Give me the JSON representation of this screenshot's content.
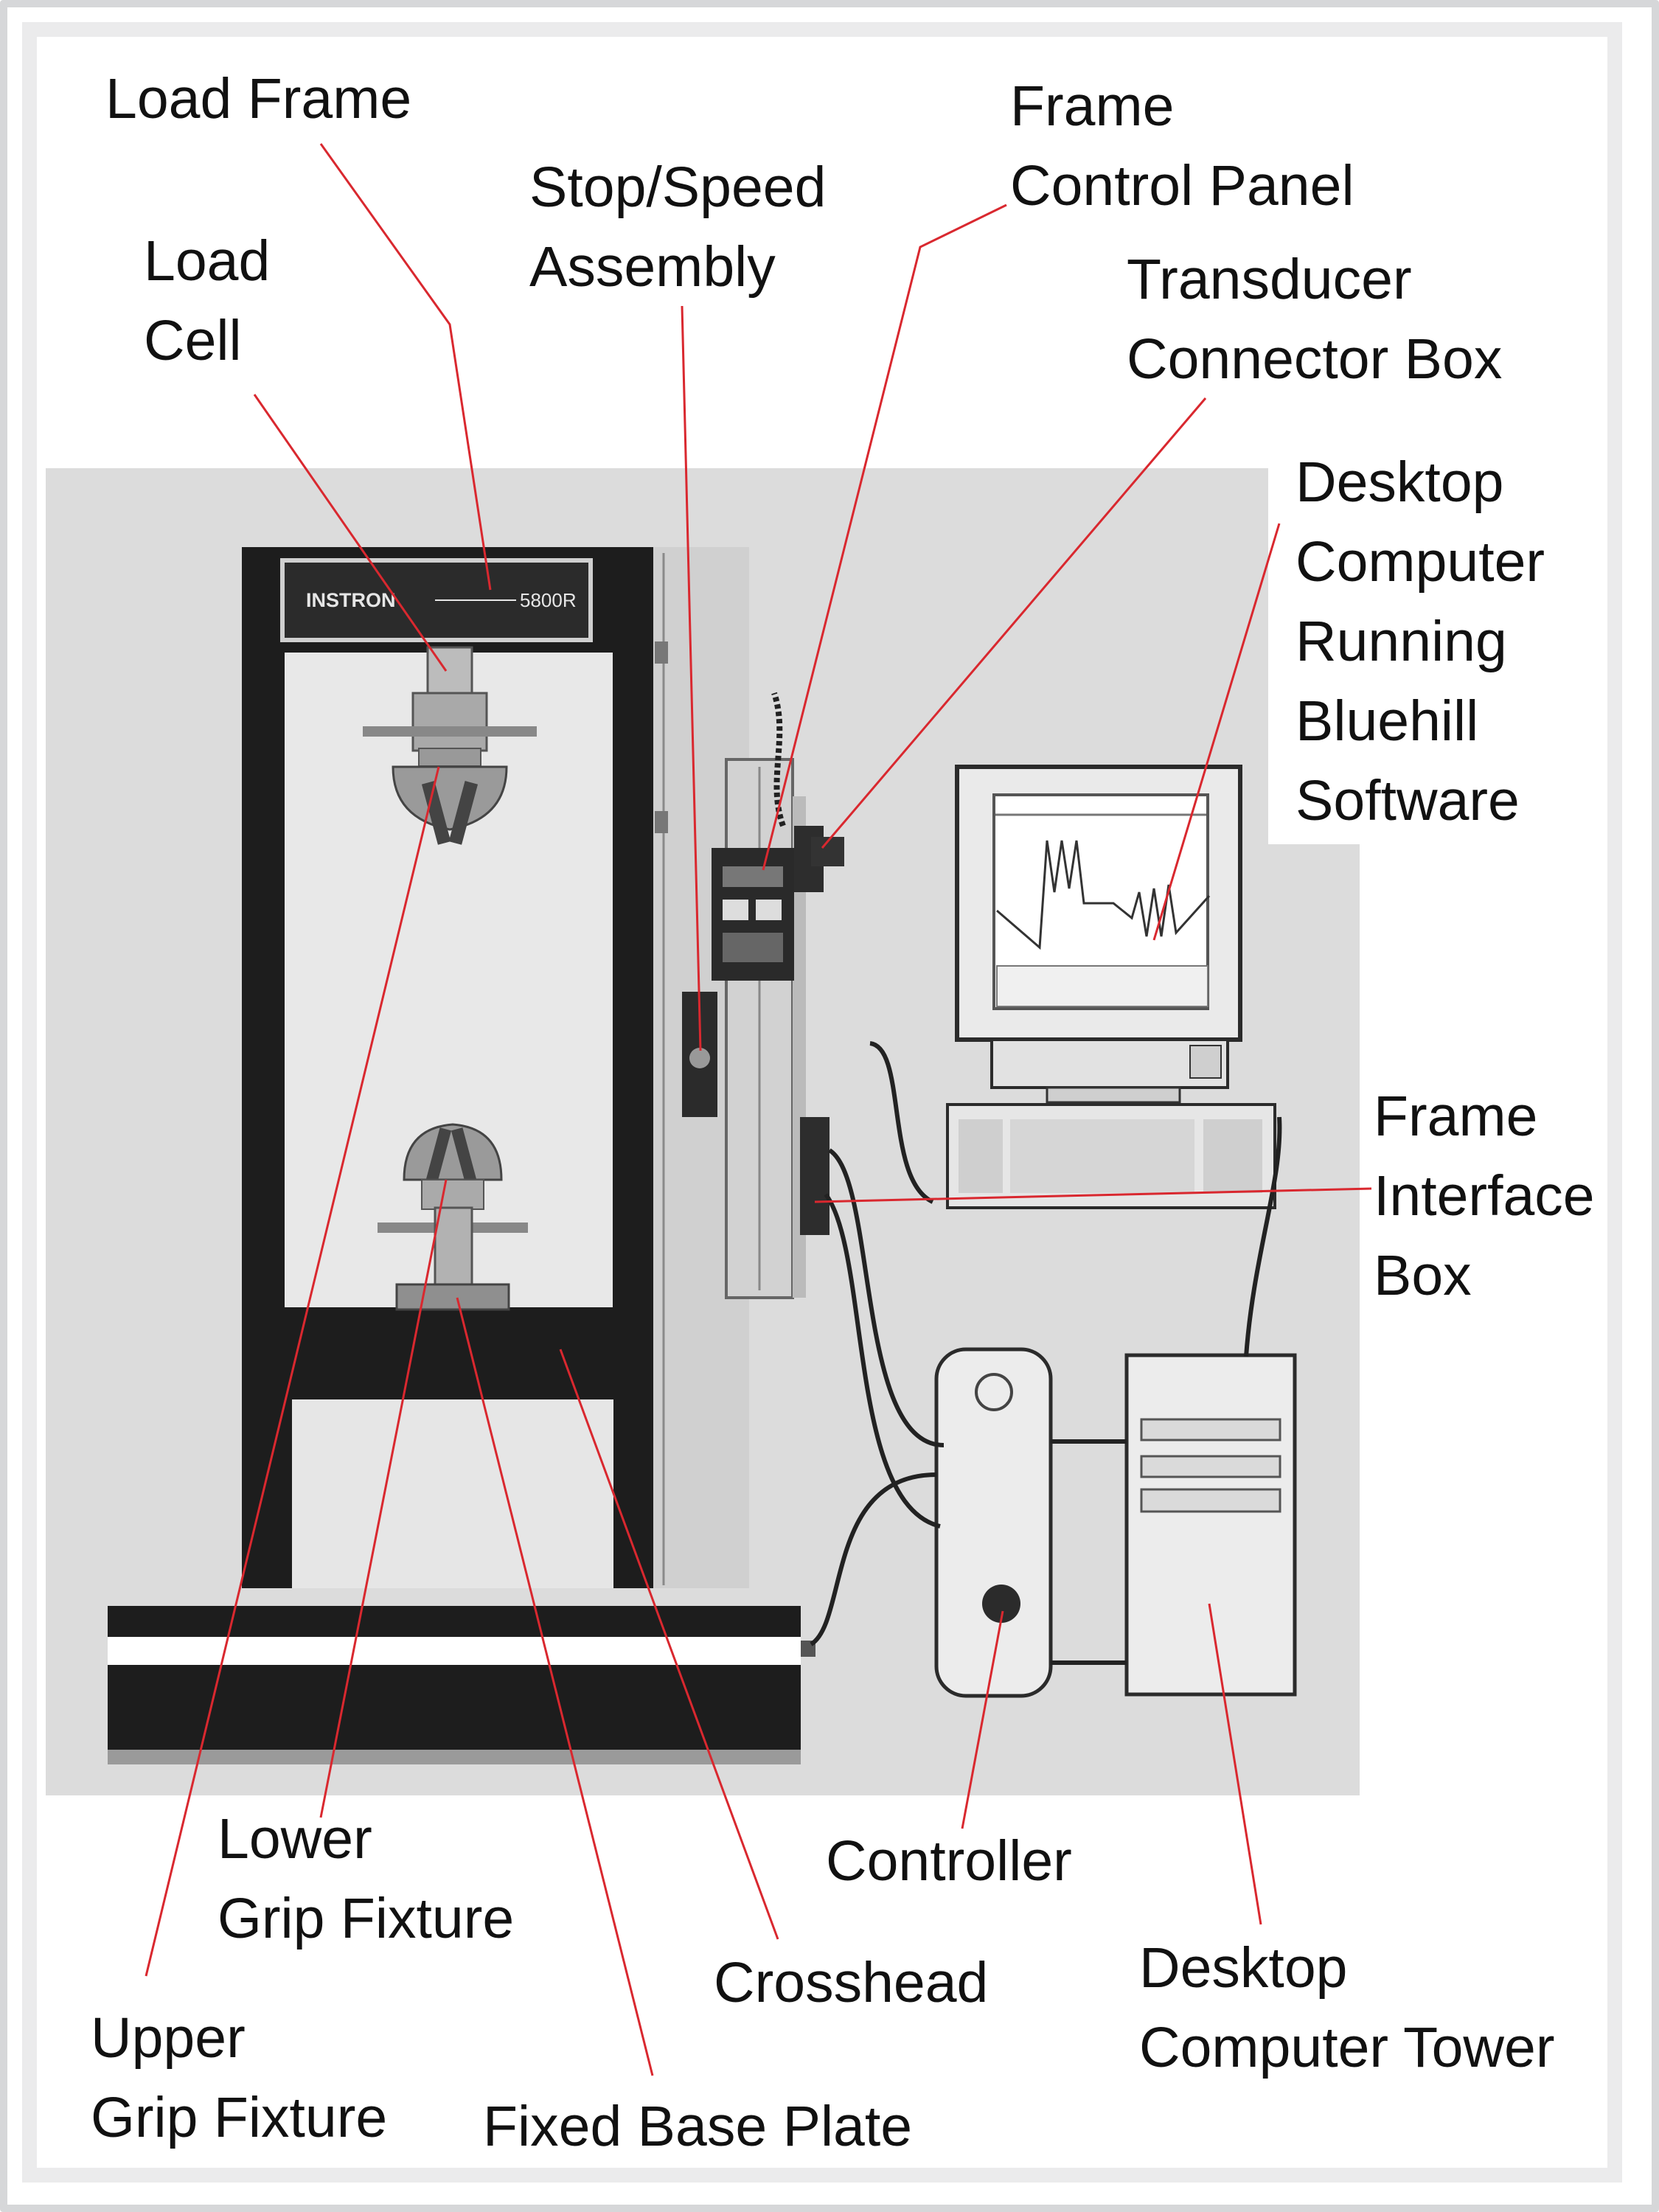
{
  "machine": {
    "brand": "INSTRON",
    "model": "5800R"
  },
  "colors": {
    "leader_line": "#d9282f",
    "photo_bg": "#dcdcdc",
    "machine_dark": "#1d1d1d"
  },
  "labels": {
    "load_frame": [
      "Load Frame"
    ],
    "load_cell": [
      "Load",
      "Cell"
    ],
    "stop_speed_assembly": [
      "Stop/Speed",
      "Assembly"
    ],
    "frame_control_panel": [
      "Frame",
      "Control Panel"
    ],
    "transducer_connector_box": [
      "Transducer",
      "Connector Box"
    ],
    "desktop_computer": [
      "Desktop",
      "Computer",
      "Running",
      "Bluehill",
      "Software"
    ],
    "frame_interface_box": [
      "Frame",
      "Interface",
      "Box"
    ],
    "lower_grip_fixture": [
      "Lower",
      "Grip Fixture"
    ],
    "upper_grip_fixture": [
      "Upper",
      "Grip Fixture"
    ],
    "fixed_base_plate": [
      "Fixed Base Plate"
    ],
    "crosshead": [
      "Crosshead"
    ],
    "controller": [
      "Controller"
    ],
    "desktop_computer_tower": [
      "Desktop",
      "Computer Tower"
    ]
  }
}
